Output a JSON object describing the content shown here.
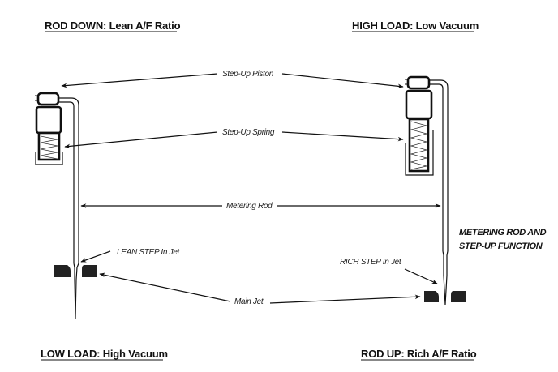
{
  "diagram": {
    "title": "Metering Rod and Step-Up Function",
    "headings": {
      "top_left": "ROD DOWN: Lean A/F Ratio",
      "top_right": "HIGH LOAD: Low Vacuum",
      "bottom_left": "LOW LOAD: High Vacuum",
      "bottom_right": "ROD UP: Rich A/F Ratio"
    },
    "function_label": {
      "line1": "METERING ROD AND",
      "line2": "STEP-UP FUNCTION"
    },
    "callouts": {
      "step_up_piston": "Step-Up Piston",
      "step_up_spring": "Step-Up Spring",
      "metering_rod": "Metering Rod",
      "main_jet": "Main Jet",
      "lean_step": "LEAN STEP In Jet",
      "rich_step": "RICH STEP In Jet"
    },
    "states": [
      {
        "position": "left",
        "rod": "down",
        "load": "low",
        "vacuum": "high",
        "af_ratio": "lean"
      },
      {
        "position": "right",
        "rod": "up",
        "load": "high",
        "vacuum": "low",
        "af_ratio": "rich"
      }
    ],
    "colors": {
      "ink": "#111111",
      "jet_fill": "#222222",
      "background": "#ffffff"
    }
  }
}
